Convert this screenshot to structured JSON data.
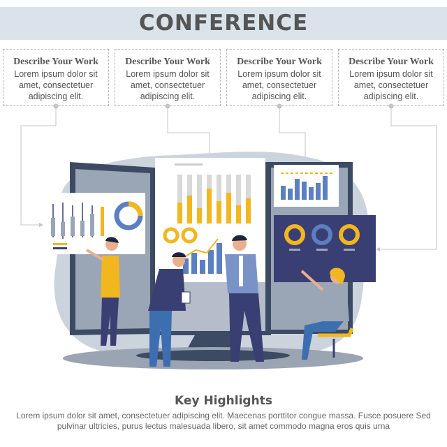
{
  "header": {
    "title": "CONFERENCE"
  },
  "cards": [
    {
      "title": "Describe Your Work",
      "lines": [
        "Lorem ipsum dolor sit",
        "amet, consectetuer",
        "adipiscing elit."
      ]
    },
    {
      "title": "Describe Your Work",
      "lines": [
        "Lorem ipsum dolor sit",
        "amet, consectetuer",
        "adipiscing elit."
      ]
    },
    {
      "title": "Describe Your Work",
      "lines": [
        "Lorem ipsum dolor sit",
        "amet, consectetuer",
        "adipiscing elit."
      ]
    },
    {
      "title": "Describe Your Work",
      "lines": [
        "Lorem ipsum dolor sit",
        "amet, consectetuer",
        "adipiscing elit."
      ]
    }
  ],
  "highlights": {
    "title": "Key Highlights",
    "lines": [
      "Lorem ipsum dolor sit amet, consectetuer adipiscing elit. Maecenas porttitor congue massa. Fusce posuere",
      "Sed pulvinar ultricies, purus lectus malesuada libero, sit amet commodo magna eros quis urna"
    ]
  },
  "colors": {
    "band": "#dae3ea",
    "navy": "#3a3f73",
    "gold": "#f2b61f",
    "blue": "#5b7fc0"
  }
}
